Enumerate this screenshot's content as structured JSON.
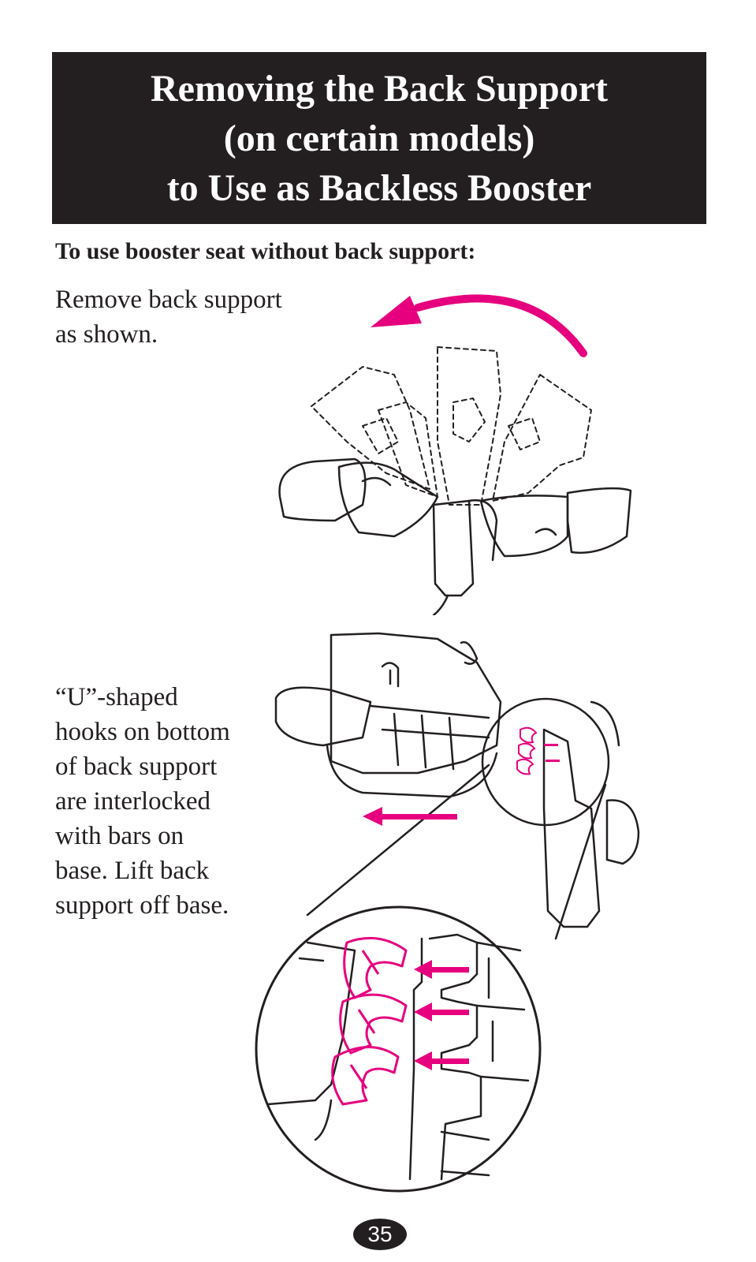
{
  "header": {
    "title_lines": [
      "Removing the Back Support",
      "(on certain models)",
      "to Use as Backless Booster"
    ]
  },
  "section": {
    "heading": "To use booster seat without back support:",
    "step1": "Remove back support\nas shown.",
    "step2": "“U”-shaped\nhooks on bottom\nof back support\nare interlocked\nwith bars on\nbase. Lift back\nsupport off base."
  },
  "page_number": "35",
  "colors": {
    "accent": "#e6007e",
    "ink": "#231f20"
  }
}
